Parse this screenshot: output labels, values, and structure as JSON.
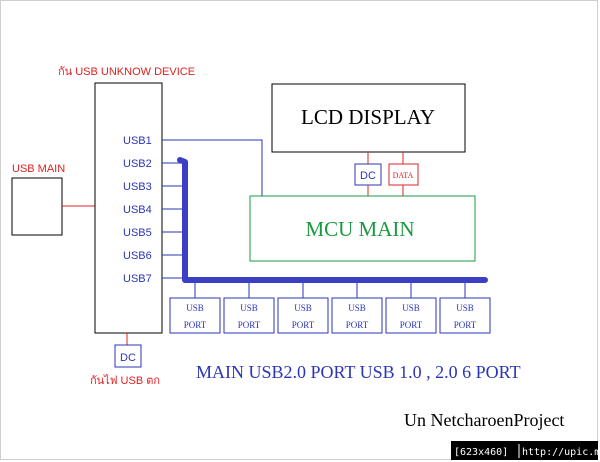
{
  "diagram": {
    "top_note": "กัน USB UNKNOW DEVICE",
    "usb_main_label": "USB MAIN",
    "usb_ports": [
      "USB1",
      "USB2",
      "USB3",
      "USB4",
      "USB5",
      "USB6",
      "USB7"
    ],
    "lcd_label": "LCD DISPLAY",
    "dc_label": "DC",
    "data_label": "DATA",
    "mcu_label": "MCU MAIN",
    "port_boxes": [
      {
        "line1": "USB",
        "line2": "PORT"
      },
      {
        "line1": "USB",
        "line2": "PORT"
      },
      {
        "line1": "USB",
        "line2": "PORT"
      },
      {
        "line1": "USB",
        "line2": "PORT"
      },
      {
        "line1": "USB",
        "line2": "PORT"
      },
      {
        "line1": "USB",
        "line2": "PORT"
      }
    ],
    "bottom_dc_label": "DC",
    "bottom_note": "กันไฟ   USB ตก",
    "caption": "MAIN USB2.0    PORT USB 1.0 , 2.0 6 PORT",
    "credit": "Un NetcharoenProject"
  },
  "watermark": {
    "size_text": "[623x460]",
    "url_text": "http://upic.me/"
  },
  "colors": {
    "red": "#e02020",
    "blue": "#2b35b8",
    "green": "#1a9a40",
    "bus": "#3a3fc4"
  }
}
